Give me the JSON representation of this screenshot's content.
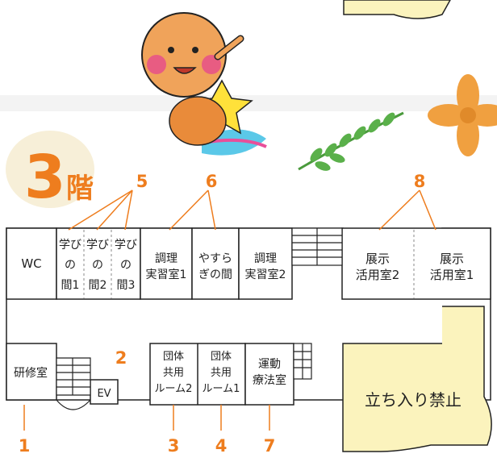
{
  "floor": {
    "number": "3",
    "suffix": "階"
  },
  "rooms": {
    "wc": "WC",
    "manabi1": [
      "学び",
      "の",
      "間1"
    ],
    "manabi2": [
      "学び",
      "の",
      "間2"
    ],
    "manabi3": [
      "学び",
      "の",
      "間3"
    ],
    "chori_left": [
      "調理",
      "実習室1"
    ],
    "yasuragi": [
      "やすら",
      "ぎの間"
    ],
    "chori_right": [
      "調理",
      "実習室2"
    ],
    "tenji2": [
      "展示",
      "活用室2"
    ],
    "tenji1": [
      "展示",
      "活用室1"
    ],
    "kenshu": "研修室",
    "ev": "EV",
    "dantai2": [
      "団体",
      "共用",
      "ルーム2"
    ],
    "dantai1": [
      "団体",
      "共用",
      "ルーム1"
    ],
    "undo": [
      "運動",
      "療法室"
    ],
    "no_entry": "立ち入り禁止"
  },
  "callouts": [
    "1",
    "2",
    "3",
    "4",
    "5",
    "6",
    "7",
    "8"
  ],
  "colors": {
    "accent": "#ee7d1e",
    "restricted": "#fbf3bd",
    "walls": "#222222"
  }
}
